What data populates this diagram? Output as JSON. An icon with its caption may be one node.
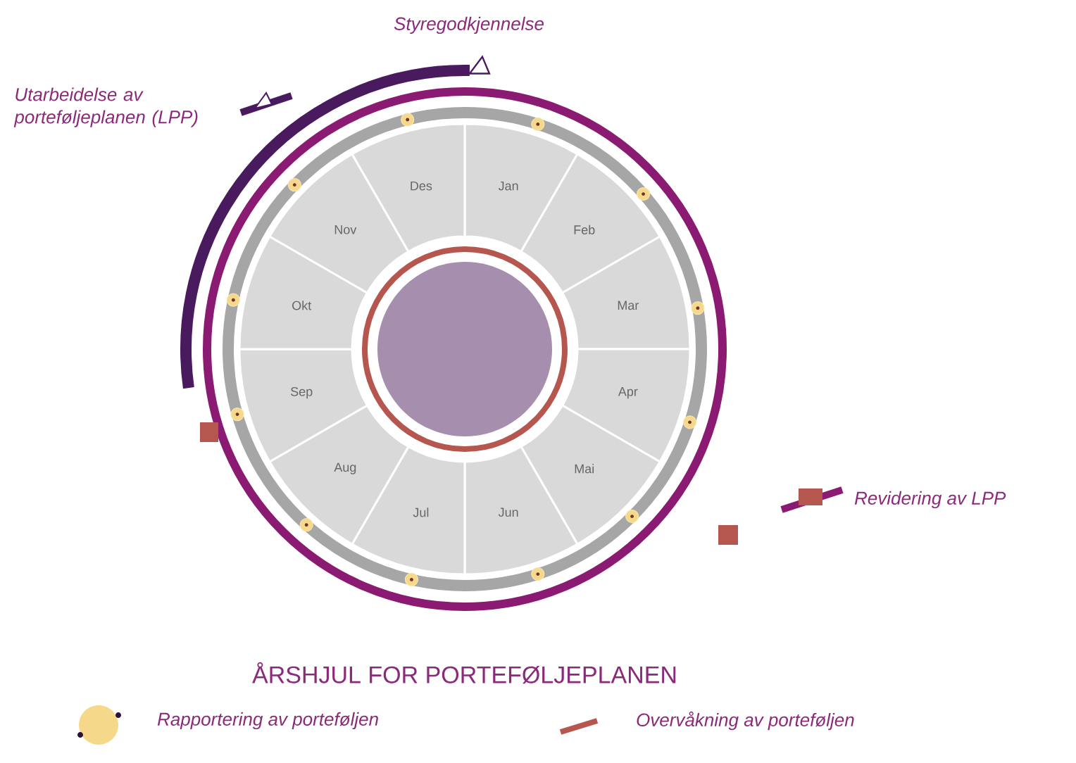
{
  "diagram": {
    "title": "ÅRSHJUL FOR PORTEFØLJEPLANEN",
    "nodes": [
      {
        "text": [
          "Jan"
        ]
      },
      {
        "text": [
          "Feb"
        ]
      },
      {
        "text": [
          "Mar"
        ]
      },
      {
        "text": [
          "Apr"
        ]
      },
      {
        "text": [
          "Mai"
        ]
      },
      {
        "text": [
          "Jun"
        ]
      },
      {
        "text": [
          "Jul"
        ]
      },
      {
        "text": [
          "Aug"
        ]
      },
      {
        "text": [
          "Sep"
        ]
      },
      {
        "text": [
          "Okt"
        ]
      },
      {
        "text": [
          "Nov"
        ]
      },
      {
        "text": [
          "Des"
        ]
      },
      {
        "text": [],
        "shape": "circle"
      }
    ],
    "labels": [
      "Styregodkjennelse"
    ],
    "legend": [
      {
        "text": "Utarbeidelse av porteføljeplanen (LPP)"
      },
      {
        "text": "Revidering av LPP"
      },
      {
        "text": "Rapportering av porteføljen"
      },
      {
        "text": "Overvåkning av porteføljen"
      }
    ]
  }
}
